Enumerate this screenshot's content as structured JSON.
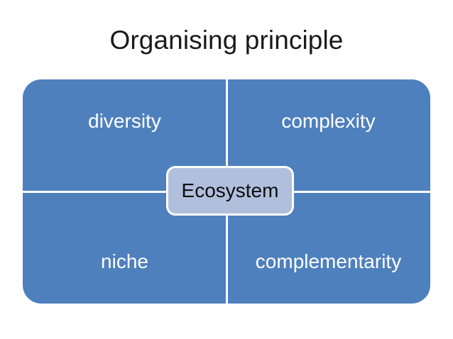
{
  "slide": {
    "title": "Organising principle",
    "background_color": "#ffffff",
    "title_color": "#1a1a1a"
  },
  "diagram": {
    "type": "matrix",
    "fill_color": "#4e80bd",
    "divider_color": "#ffffff",
    "label_color": "#ffffff",
    "quadrants": [
      {
        "position": "top-left",
        "label": "diversity"
      },
      {
        "position": "top-right",
        "label": "complexity"
      },
      {
        "position": "bottom-left",
        "label": "niche"
      },
      {
        "position": "bottom-right",
        "label": "complementarity"
      }
    ],
    "center": {
      "label": "Ecosystem",
      "fill_color": "#b0bfdc",
      "border_color": "#ffffff",
      "text_color": "#0d0d0d"
    }
  }
}
